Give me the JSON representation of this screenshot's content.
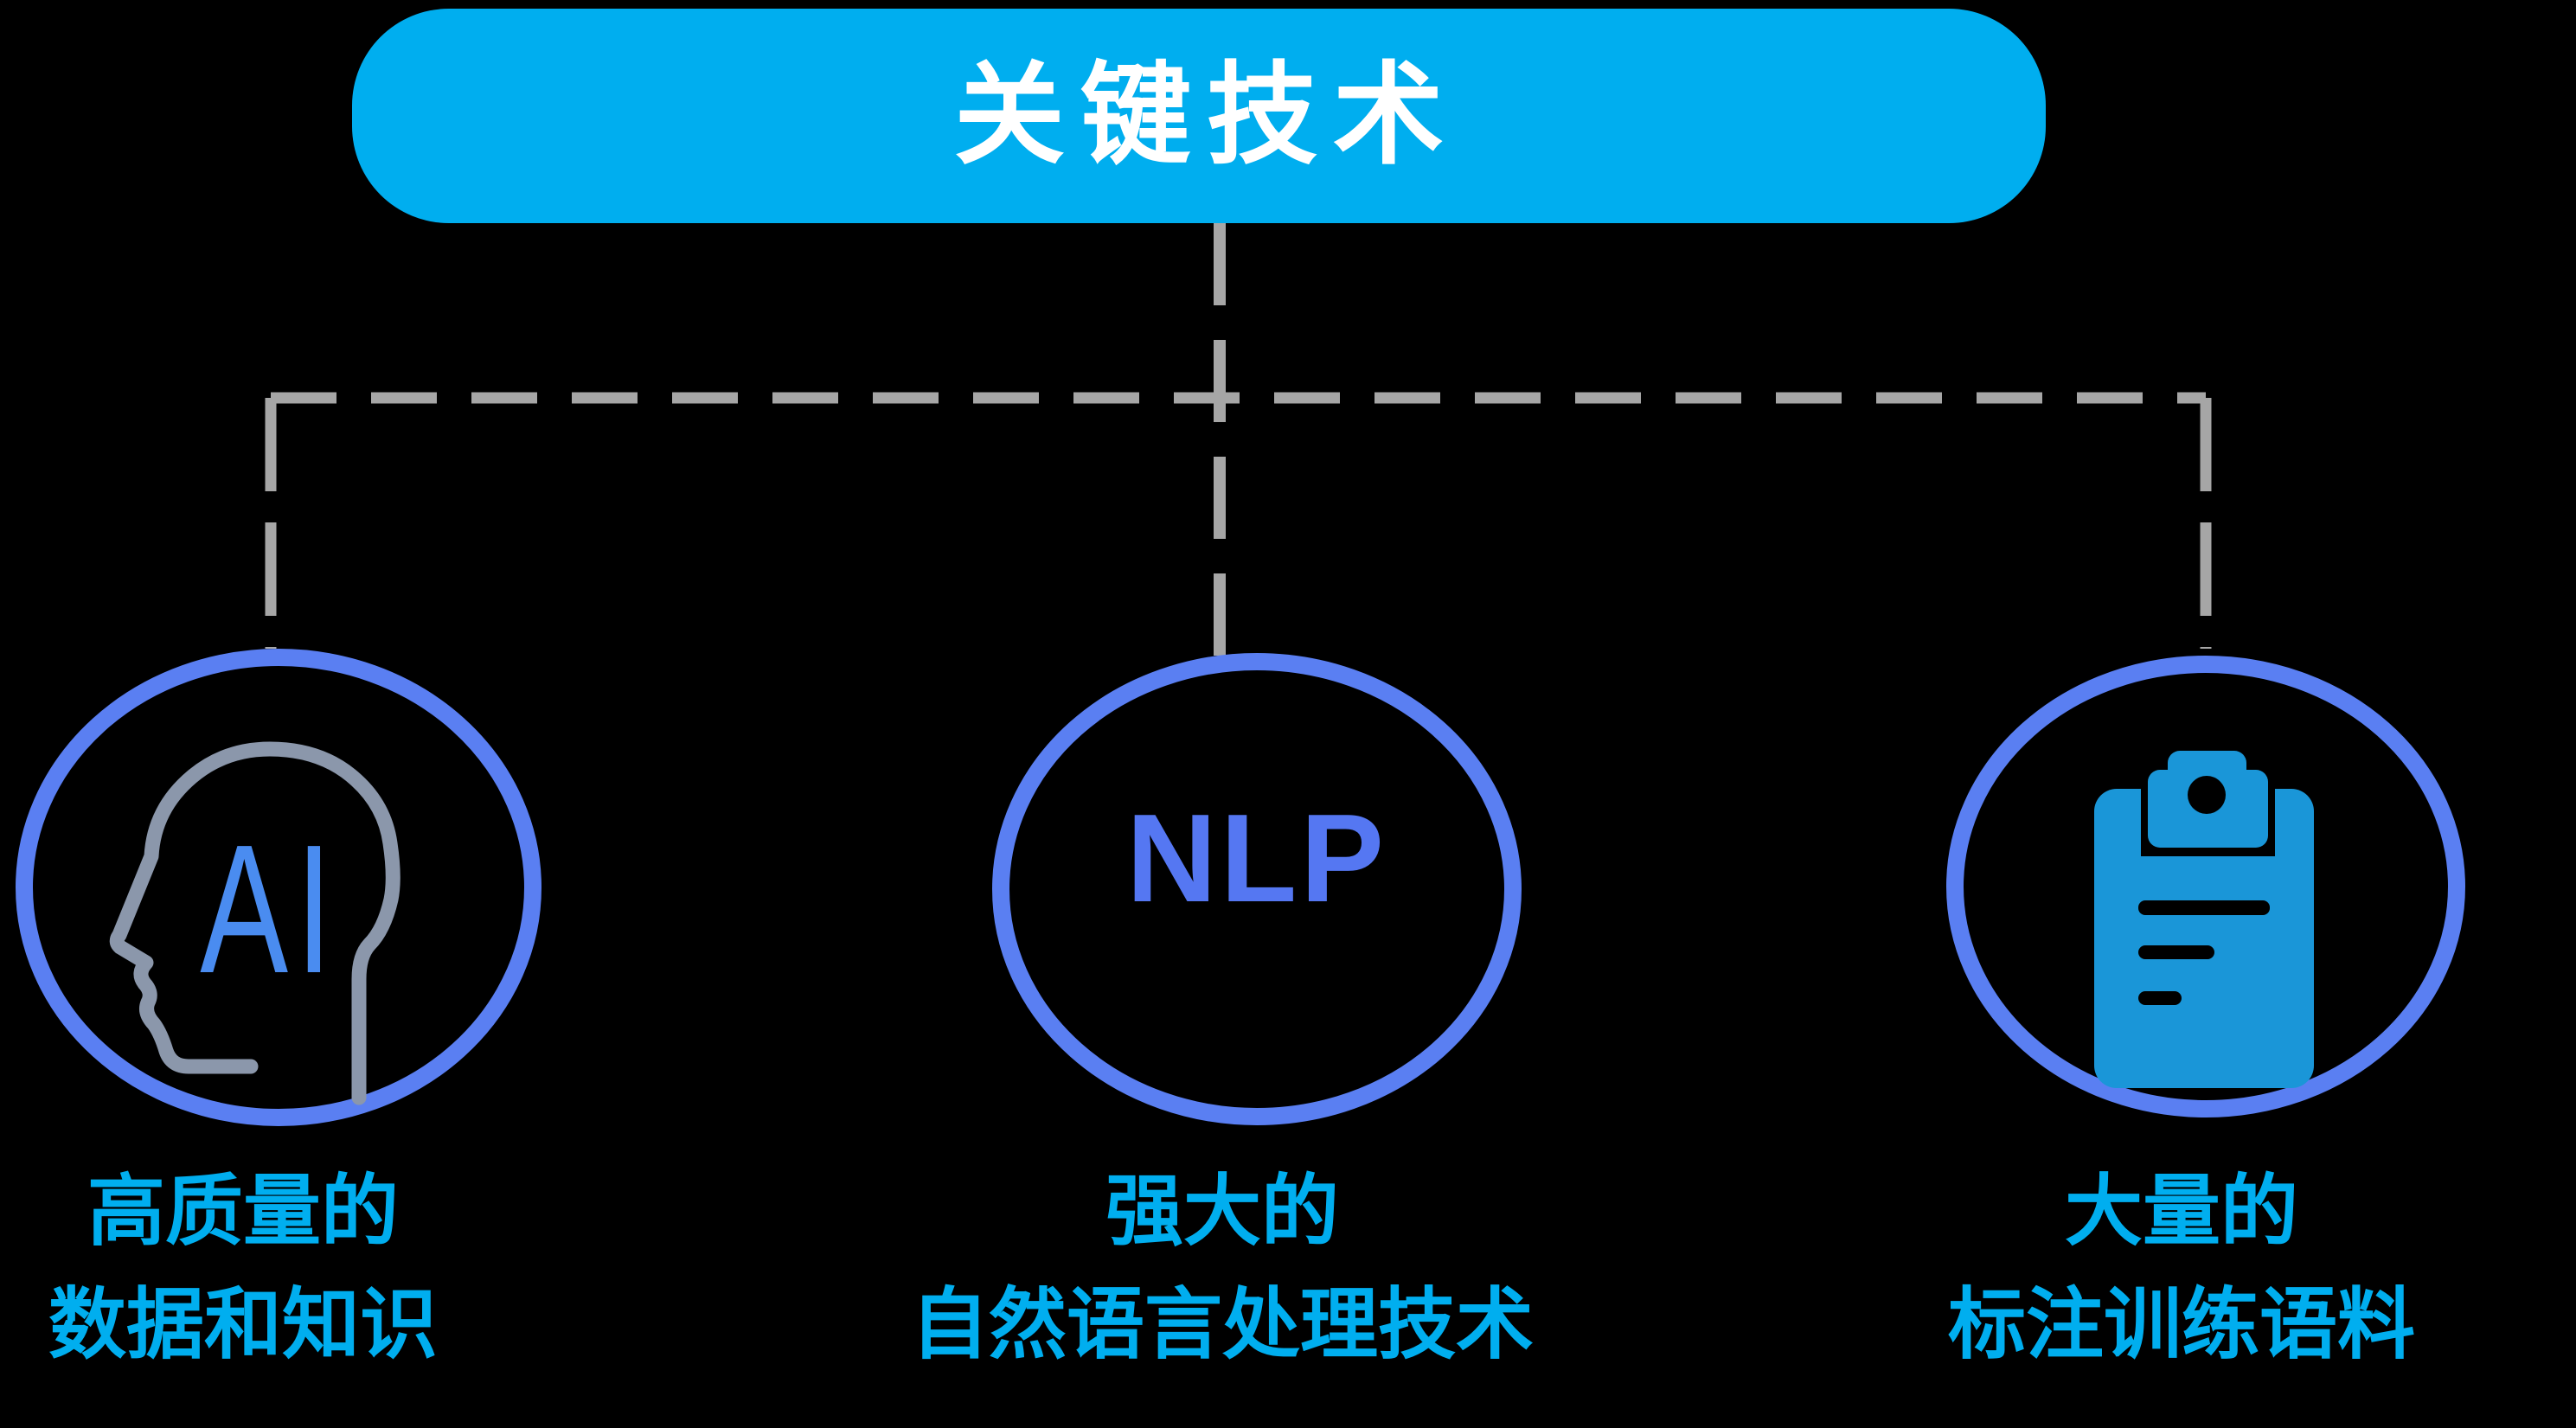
{
  "title": "关键技术",
  "colors": {
    "background": "#000000",
    "title_fill": "#00aeef",
    "title_text": "#ffffff",
    "connector_gray": "#a6a6a6",
    "circle_stroke": "#5a7ff2",
    "label_cyan": "#00aeef",
    "ai_text_blue": "#4a8cf0",
    "head_outline_gray": "#8b97ab",
    "clipboard_blue": "#1a96d8"
  },
  "nodes": [
    {
      "id": "ai",
      "icon": "ai-head-icon",
      "icon_text": "AI",
      "label_line1": "高质量的",
      "label_line2": "数据和知识"
    },
    {
      "id": "nlp",
      "circle_text": "NLP",
      "label_line1": "强大的",
      "label_line2": "自然语言处理技术"
    },
    {
      "id": "corpus",
      "icon": "clipboard-icon",
      "label_line1": "大量的",
      "label_line2": "标注训练语料"
    }
  ]
}
